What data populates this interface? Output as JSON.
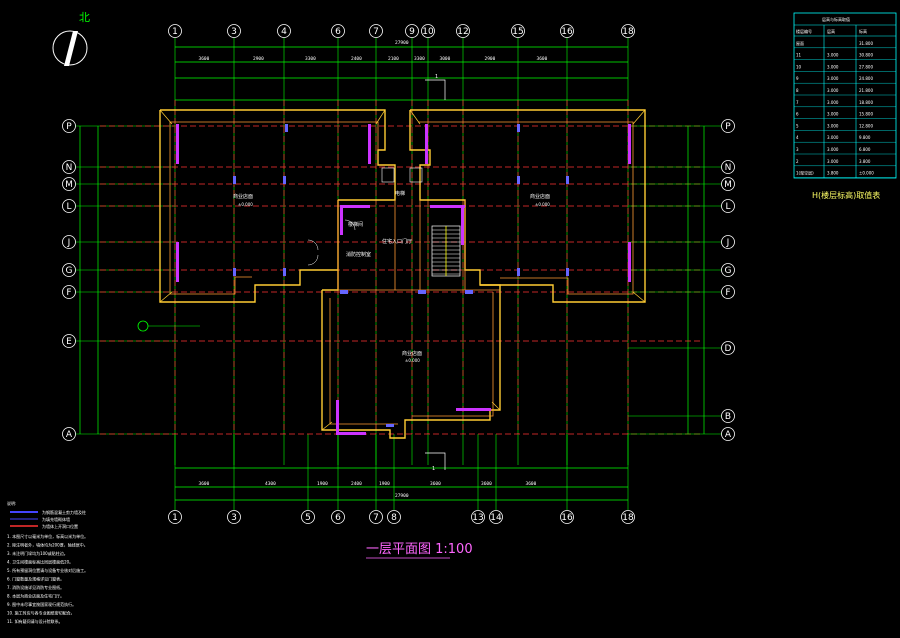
{
  "north_label": "北",
  "title": "一层平面图 1:100",
  "grid_top": [
    "1",
    "3",
    "4",
    "6",
    "7",
    "9",
    "10",
    "12",
    "15",
    "16",
    "18"
  ],
  "grid_bottom": [
    "1",
    "3",
    "5",
    "6",
    "7",
    "8",
    "13",
    "14",
    "16",
    "18"
  ],
  "grid_left": [
    "P",
    "N",
    "M",
    "L",
    "J",
    "G",
    "F",
    "E",
    "A"
  ],
  "grid_right": [
    "P",
    "N",
    "M",
    "L",
    "J",
    "G",
    "F",
    "D",
    "B",
    "A"
  ],
  "overall_dimension": "27900",
  "top_dimensions": [
    "3600",
    "2900",
    "3300",
    "2400",
    "2100",
    "3300",
    "3000",
    "2900",
    "3600"
  ],
  "bottom_dimensions": [
    "3600",
    "4300",
    "1900",
    "2400",
    "1900",
    "3600",
    "3600",
    "3600"
  ],
  "rooms": {
    "left_hall": "商业店面",
    "right_hall": "商业店面",
    "center_hall": "商业店面",
    "lobby": "住宅入口门厅",
    "stair": "楼梯间",
    "elevator": "电梯",
    "fire_room": "消防控制室"
  },
  "elevation": "±0.000",
  "section_mark": "1",
  "table": {
    "caption": "H(楼层标高)取值表",
    "header": "层高与标高取值",
    "columns": [
      "楼层编号",
      "层高",
      "标高"
    ],
    "rows": [
      [
        "屋面",
        "",
        "31.800"
      ],
      [
        "11",
        "3.000",
        "30.800"
      ],
      [
        "10",
        "3.000",
        "27.800"
      ],
      [
        "9",
        "3.000",
        "24.800"
      ],
      [
        "8",
        "3.000",
        "21.800"
      ],
      [
        "7",
        "3.000",
        "18.800"
      ],
      [
        "6",
        "3.000",
        "15.800"
      ],
      [
        "5",
        "3.000",
        "12.800"
      ],
      [
        "4",
        "3.000",
        "9.800"
      ],
      [
        "3",
        "3.000",
        "6.800"
      ],
      [
        "2",
        "3.000",
        "3.800"
      ],
      [
        "1(架空层)",
        "3.800",
        "±0.000"
      ]
    ]
  },
  "notes": {
    "heading": "说明:",
    "legend": [
      "为钢筋混凝土剪力墙及柱",
      "为填充墙砌体墙",
      "为墙体上开洞口位置"
    ],
    "lines": [
      "1. 本图尺寸以毫米为单位，标高以米为单位。",
      "2. 除注明者外，墙体均为200厚，轴线居中。",
      "3. 未注明门垛均为100或贴柱边。",
      "4. 卫生间楼面标高比同层楼面低20。",
      "5. 所有预留洞位置请与设备专业核对后施工。",
      "6. 门窗数量及规格详见门窗表。",
      "7. 消防设施详见消防专业图纸。",
      "8. 本层为商业店面及住宅门厅。",
      "9. 图中未尽事宜按国家现行规范执行。",
      "10. 施工时应与各专业图纸密切配合。",
      "11. 如有疑问请与设计院联系。"
    ]
  }
}
